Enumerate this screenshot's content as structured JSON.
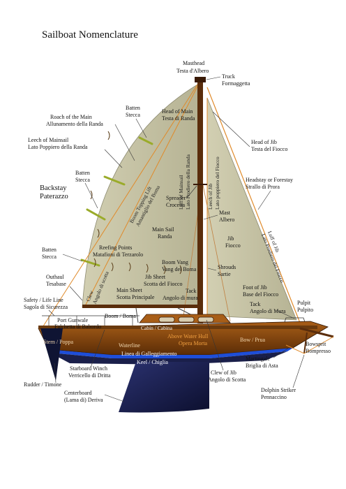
{
  "title": "Sailboat Nomenclature",
  "labels": {
    "masthead": [
      "Masthead",
      "Testa d'Albero"
    ],
    "truck": [
      "Truck",
      "Formaggetta"
    ],
    "batten_top": [
      "Batten",
      "Stecca"
    ],
    "head_main": [
      "Head of Main",
      "Testa di Randa"
    ],
    "roach": [
      "Roach of the Main",
      "Allunamento della Randa"
    ],
    "leech_main": [
      "Leech of Mainsail",
      "Lato Poppiero della Randa"
    ],
    "head_jib": [
      "Head of Jib",
      "Testa del Fiocco"
    ],
    "batten_mid": [
      "Batten",
      "Stecca"
    ],
    "backstay": [
      "Backstay",
      "Paterazzo"
    ],
    "headstay": [
      "Headstay or Forestay",
      "Strallo di Prora"
    ],
    "spreader": [
      "Spreader",
      "Crocetta"
    ],
    "mast": [
      "Mast",
      "Albero"
    ],
    "main_sail": [
      "Main Sail",
      "Randa"
    ],
    "jib": [
      "Jib",
      "Fiocco"
    ],
    "batten_low": [
      "Batten",
      "Stecca"
    ],
    "reefing": [
      "Reefing Points",
      "Matafioni di Terzarolo"
    ],
    "boom_vang": [
      "Boom Vang",
      "Vang del Boma"
    ],
    "shrouds": [
      "Shrouds",
      "Sartie"
    ],
    "outhaul": [
      "Outhaul",
      "Tesabase"
    ],
    "jib_sheet": [
      "Jib Sheet",
      "Scotta del Fiocco"
    ],
    "foot_jib": [
      "Foot of Jib",
      "Base del Fiocco"
    ],
    "safety": [
      "Safety / Life Line",
      "Sagola di Sicurezza"
    ],
    "main_sheet": [
      "Main Sheet",
      "Scotta Principale"
    ],
    "tack_main": [
      "Tack",
      "Angolo di mura"
    ],
    "tack_jib": [
      "Tack",
      "Angolo di Mura"
    ],
    "pulpit": [
      "Pulpit",
      "Pulpito"
    ],
    "boom": "Boom / Boma",
    "port_gunwale": [
      "Port Gunwale",
      "Falchetta di Babordo"
    ],
    "cabin": "Cabin / Cabina",
    "stern": "Stern / Poppa",
    "above_water": [
      "Above Water Hull",
      "Opera Morta"
    ],
    "bow": "Bow / Prua",
    "bowsprit": [
      "Bowsprit",
      "Bompresso"
    ],
    "waterline": "Waterline",
    "linea": "Linea di Galleggiamento",
    "keel": "Keel / Chiglia",
    "martingale": [
      "Martingale",
      "Briglia di Asta"
    ],
    "starboard_winch": [
      "Starboard Winch",
      "Verricello di Dritta"
    ],
    "rudder": "Rudder / Timone",
    "clew_jib": [
      "Clew of Jib",
      "Angolo di Scotta"
    ],
    "centerboard": [
      "Centerboard",
      "(Lama di) Deriva"
    ],
    "dolphin": [
      "Dolphin Striker",
      "Pennaccino"
    ],
    "topping_lift": [
      "Boom Topping Lift",
      "Amantiglio del Boma"
    ],
    "luff_main": [
      "Luff of Mainsail",
      "Lato Prodiero della Randa"
    ],
    "leech_jib": [
      "Leech of Jib",
      "Lato poppiero del Fiocco"
    ],
    "luff_jib": [
      "Luff of Jib",
      "Lato Prodiero del Fiocco"
    ],
    "clew_main": [
      "Clew",
      "Angolo di scotta"
    ]
  },
  "colors": {
    "sail": "#c3c0a0",
    "hull_top": "#8a4a10",
    "hull_bottom": "#3d1f05",
    "boot_stripe": "#1e4ed8",
    "keel": "#1a1f4a",
    "mast": "#5a2d0c",
    "rigging": "#e08a2a",
    "batten": "#9aab2a"
  }
}
